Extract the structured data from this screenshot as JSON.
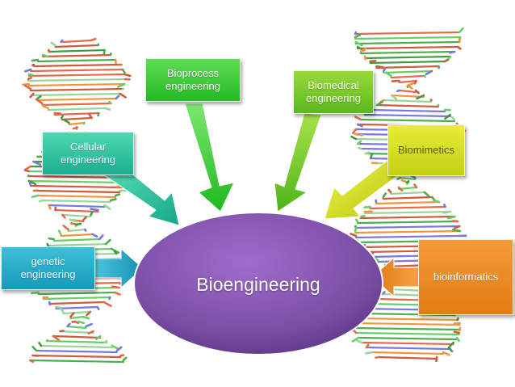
{
  "center": {
    "label": "Bioengineering",
    "color": "#7b4fa6"
  },
  "nodes": [
    {
      "id": "bioprocess",
      "label": "Bioprocess\nengineering",
      "color": "#39c93c"
    },
    {
      "id": "biomedical",
      "label": "Biomedical\nengineering",
      "color": "#77c62a"
    },
    {
      "id": "cellular",
      "label": "Cellular\nengineering",
      "color": "#2ec4a4"
    },
    {
      "id": "biomimetics",
      "label": "Biomimetics",
      "color": "#d6e216"
    },
    {
      "id": "genetic",
      "label": "genetic\nengineering",
      "color": "#1fa9c4"
    },
    {
      "id": "bioinformatics",
      "label": "bioinformatics",
      "color": "#f0881d"
    }
  ]
}
